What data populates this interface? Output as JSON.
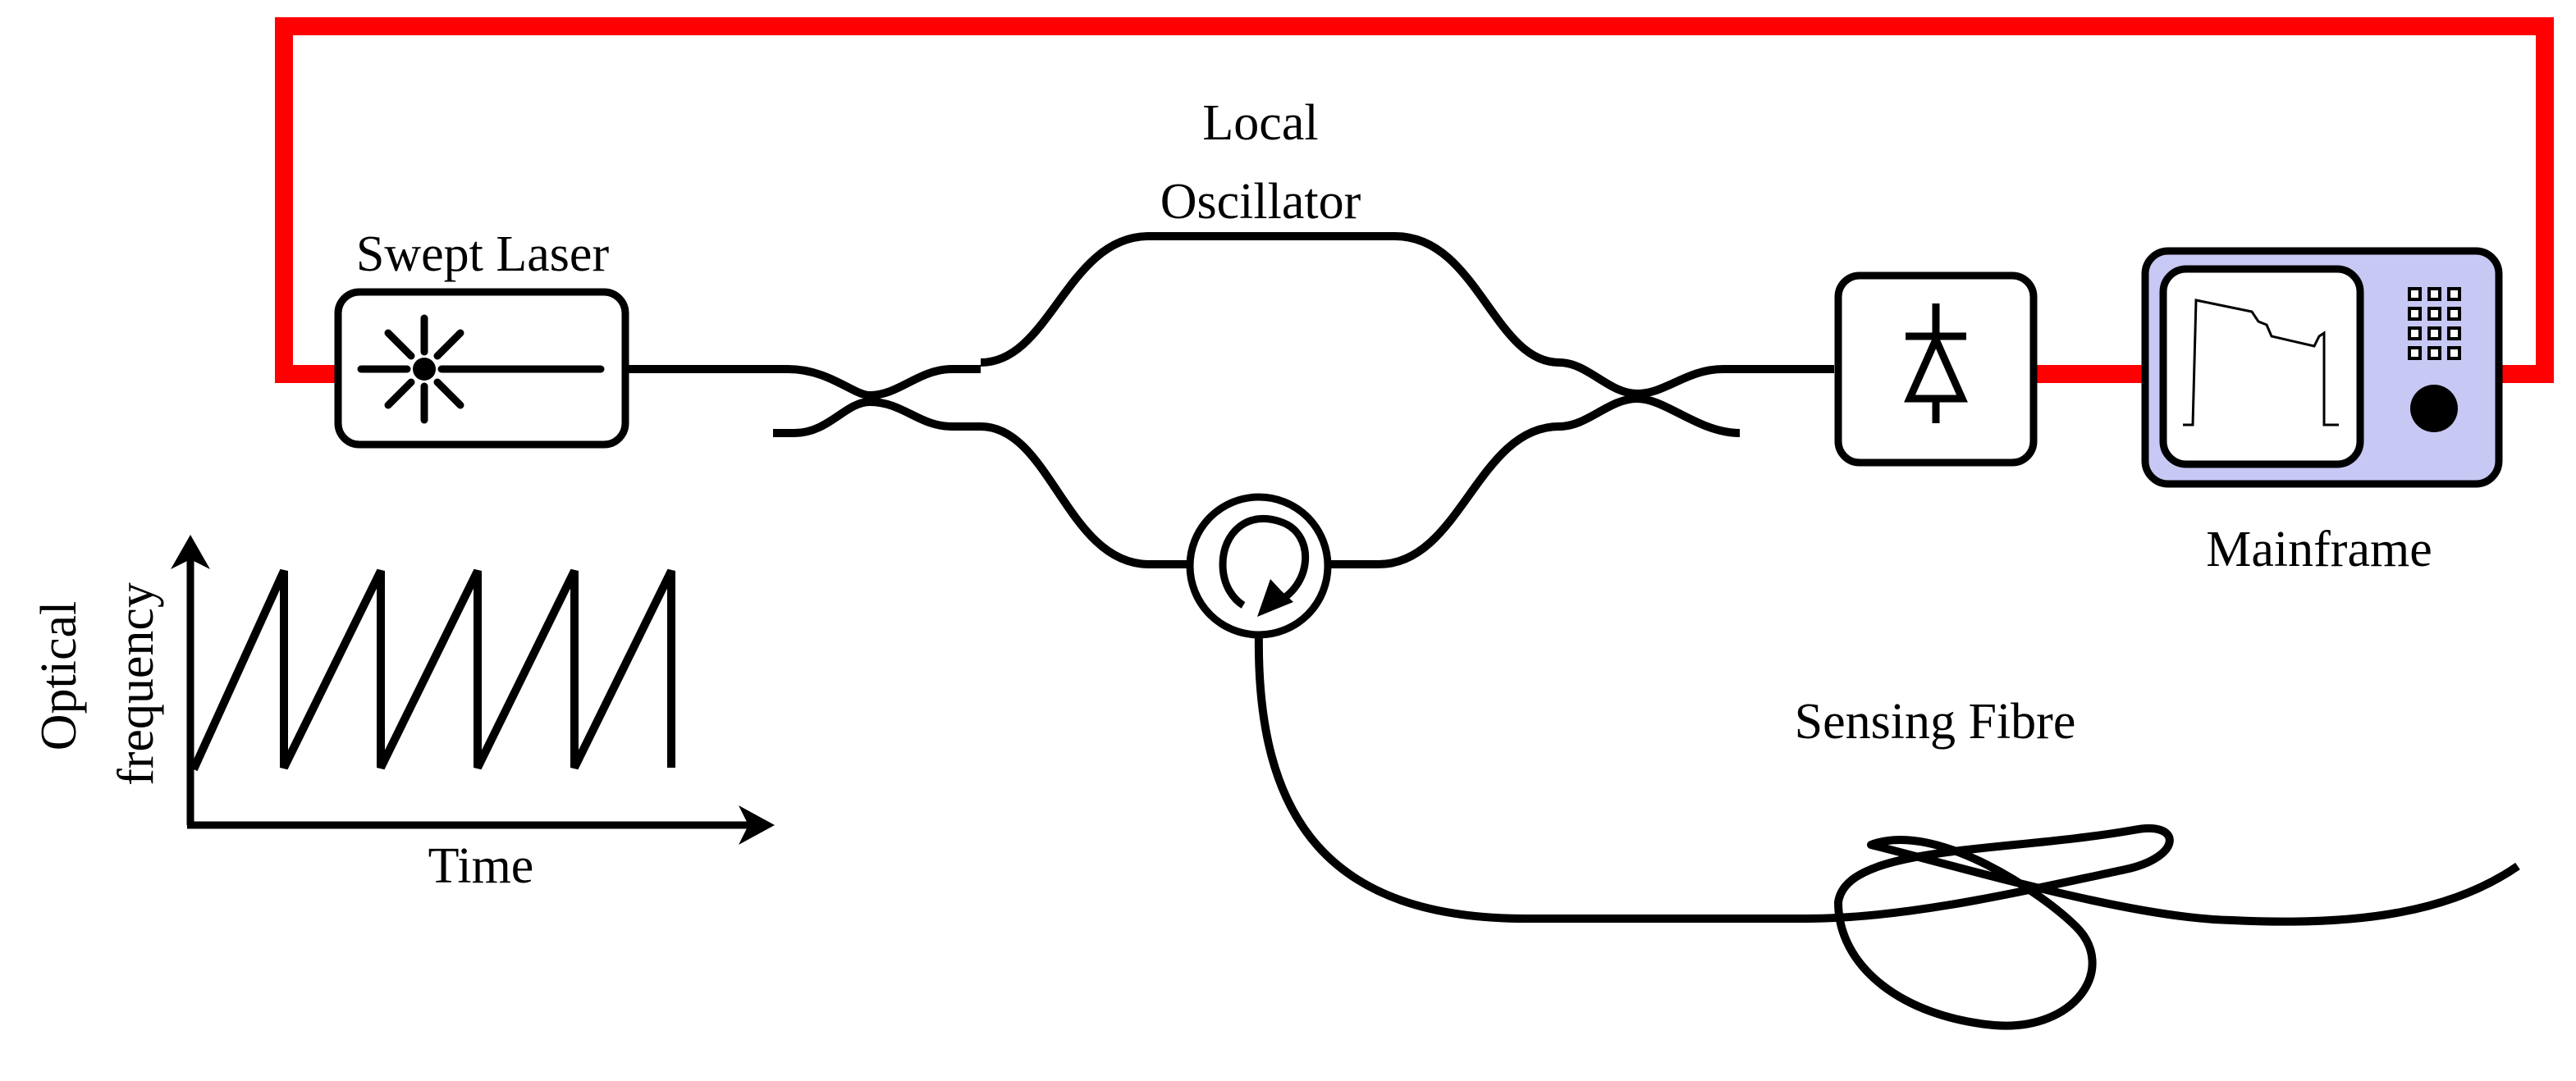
{
  "labels": {
    "swept_laser": "Swept Laser",
    "local_oscillator_line1": "Local",
    "local_oscillator_line2": "Oscillator",
    "mainframe": "Mainframe",
    "sensing_fibre": "Sensing Fibre"
  },
  "sweep_plot": {
    "ylabel_line1": "Optical",
    "ylabel_line2": "frequency",
    "xlabel": "Time",
    "teeth": 5
  },
  "colors": {
    "electrical_line": "#ff0000",
    "mainframe_fill": "#c8c8f4",
    "optical_line": "#000000"
  },
  "icons": {
    "laser": "starburst-laser-icon",
    "detector": "photodiode-icon",
    "circulator": "circulator-icon",
    "mainframe": "instrument-mainframe-icon"
  }
}
